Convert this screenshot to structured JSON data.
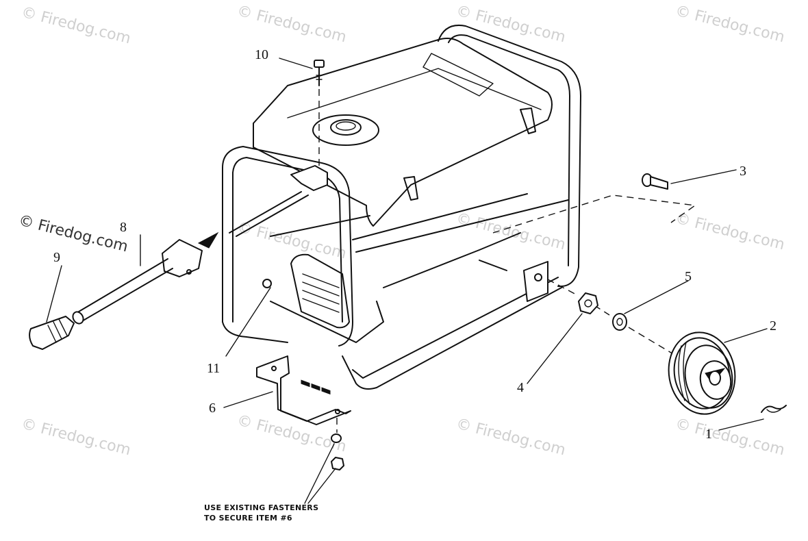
{
  "watermarks": [
    "© Firedog.com",
    "© Firedog.com",
    "© Firedog.com",
    "© Firedog.com",
    "© Firedog.com",
    "© Firedog.com",
    "© Firedog.com",
    "© Firedog.com",
    "© Firedog.com",
    "© Firedog.com",
    "© Firedog.com"
  ],
  "callouts": {
    "c1": "1",
    "c2": "2",
    "c3": "3",
    "c4": "4",
    "c5": "5",
    "c6": "6",
    "c8": "8",
    "c9": "9",
    "c10": "10",
    "c11": "11"
  },
  "note": {
    "line1": "USE EXISTING FASTENERS",
    "line2": "TO SECURE ITEM #6"
  }
}
